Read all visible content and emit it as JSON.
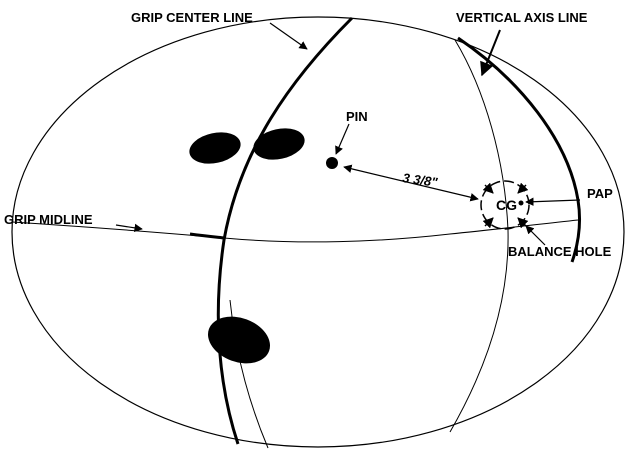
{
  "labels": {
    "grip_center_line": "GRIP CENTER LINE",
    "vertical_axis_line": "VERTICAL AXIS LINE",
    "pin": "PIN",
    "distance": "3 3/8\"",
    "cg": "CG",
    "pap": "PAP",
    "grip_midline": "GRIP MIDLINE",
    "balance_hole": "BALANCE HOLE"
  },
  "colors": {
    "ink": "#000000",
    "background": "#ffffff"
  }
}
